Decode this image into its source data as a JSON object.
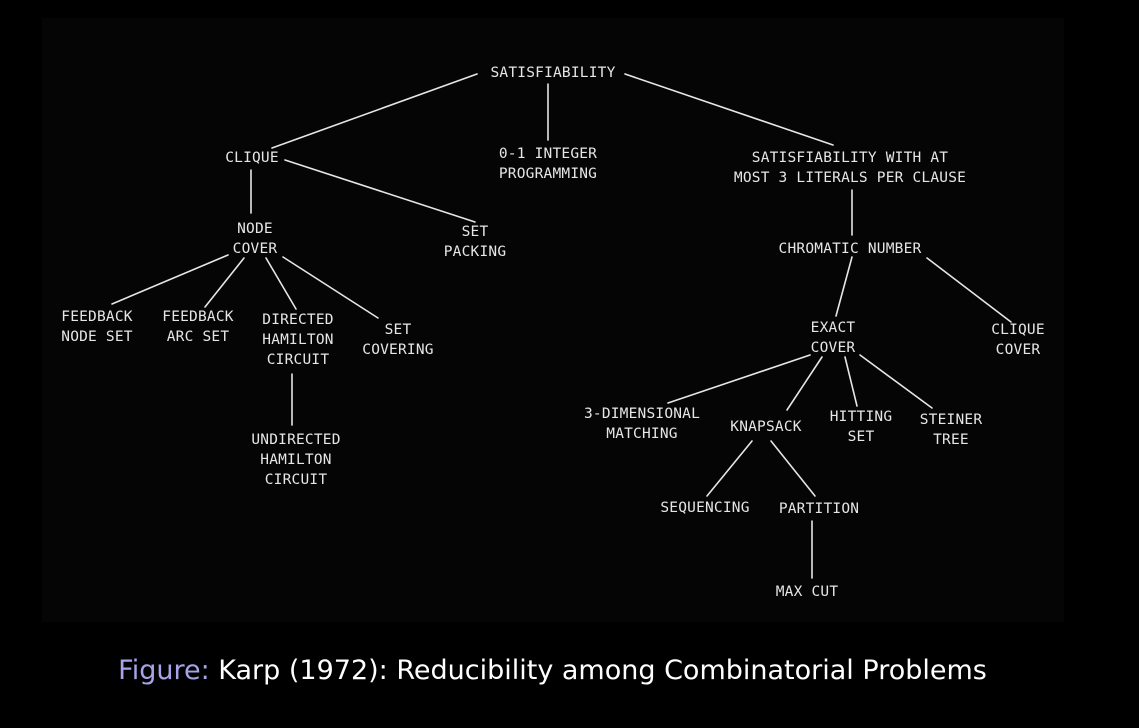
{
  "nodes": {
    "satisfiability": [
      "SATISFIABILITY"
    ],
    "clique": [
      "CLIQUE"
    ],
    "integer_programming": [
      "0-1 INTEGER",
      "PROGRAMMING"
    ],
    "sat3": [
      "SATISFIABILITY WITH AT",
      "MOST 3 LITERALS PER CLAUSE"
    ],
    "node_cover": [
      "NODE",
      "COVER"
    ],
    "set_packing": [
      "SET",
      "PACKING"
    ],
    "chromatic_number": [
      "CHROMATIC NUMBER"
    ],
    "feedback_node_set": [
      "FEEDBACK",
      "NODE SET"
    ],
    "feedback_arc_set": [
      "FEEDBACK",
      "ARC SET"
    ],
    "directed_hamilton_circuit": [
      "DIRECTED",
      "HAMILTON",
      "CIRCUIT"
    ],
    "set_covering": [
      "SET",
      "COVERING"
    ],
    "exact_cover": [
      "EXACT",
      "COVER"
    ],
    "clique_cover": [
      "CLIQUE",
      "COVER"
    ],
    "undirected_hamilton_circuit": [
      "UNDIRECTED",
      "HAMILTON",
      "CIRCUIT"
    ],
    "three_dimensional_matching": [
      "3-DIMENSIONAL",
      "MATCHING"
    ],
    "knapsack": [
      "KNAPSACK"
    ],
    "hitting_set": [
      "HITTING",
      "SET"
    ],
    "steiner_tree": [
      "STEINER",
      "TREE"
    ],
    "sequencing": [
      "SEQUENCING"
    ],
    "partition": [
      "PARTITION"
    ],
    "max_cut": [
      "MAX CUT"
    ]
  },
  "edges": [
    [
      "satisfiability",
      "clique"
    ],
    [
      "satisfiability",
      "integer_programming"
    ],
    [
      "satisfiability",
      "sat3"
    ],
    [
      "clique",
      "node_cover"
    ],
    [
      "clique",
      "set_packing"
    ],
    [
      "sat3",
      "chromatic_number"
    ],
    [
      "node_cover",
      "feedback_node_set"
    ],
    [
      "node_cover",
      "feedback_arc_set"
    ],
    [
      "node_cover",
      "directed_hamilton_circuit"
    ],
    [
      "node_cover",
      "set_covering"
    ],
    [
      "directed_hamilton_circuit",
      "undirected_hamilton_circuit"
    ],
    [
      "chromatic_number",
      "exact_cover"
    ],
    [
      "chromatic_number",
      "clique_cover"
    ],
    [
      "exact_cover",
      "three_dimensional_matching"
    ],
    [
      "exact_cover",
      "knapsack"
    ],
    [
      "exact_cover",
      "hitting_set"
    ],
    [
      "exact_cover",
      "steiner_tree"
    ],
    [
      "knapsack",
      "sequencing"
    ],
    [
      "knapsack",
      "partition"
    ],
    [
      "partition",
      "max_cut"
    ]
  ],
  "caption": {
    "label": "Figure:",
    "text": "Karp (1972): Reducibility among Combinatorial Problems"
  },
  "colors": {
    "background": "#000000",
    "diagram_ink": "#e6e6e6",
    "caption_label": "#a7a3e8",
    "caption_text": "#ffffff"
  }
}
